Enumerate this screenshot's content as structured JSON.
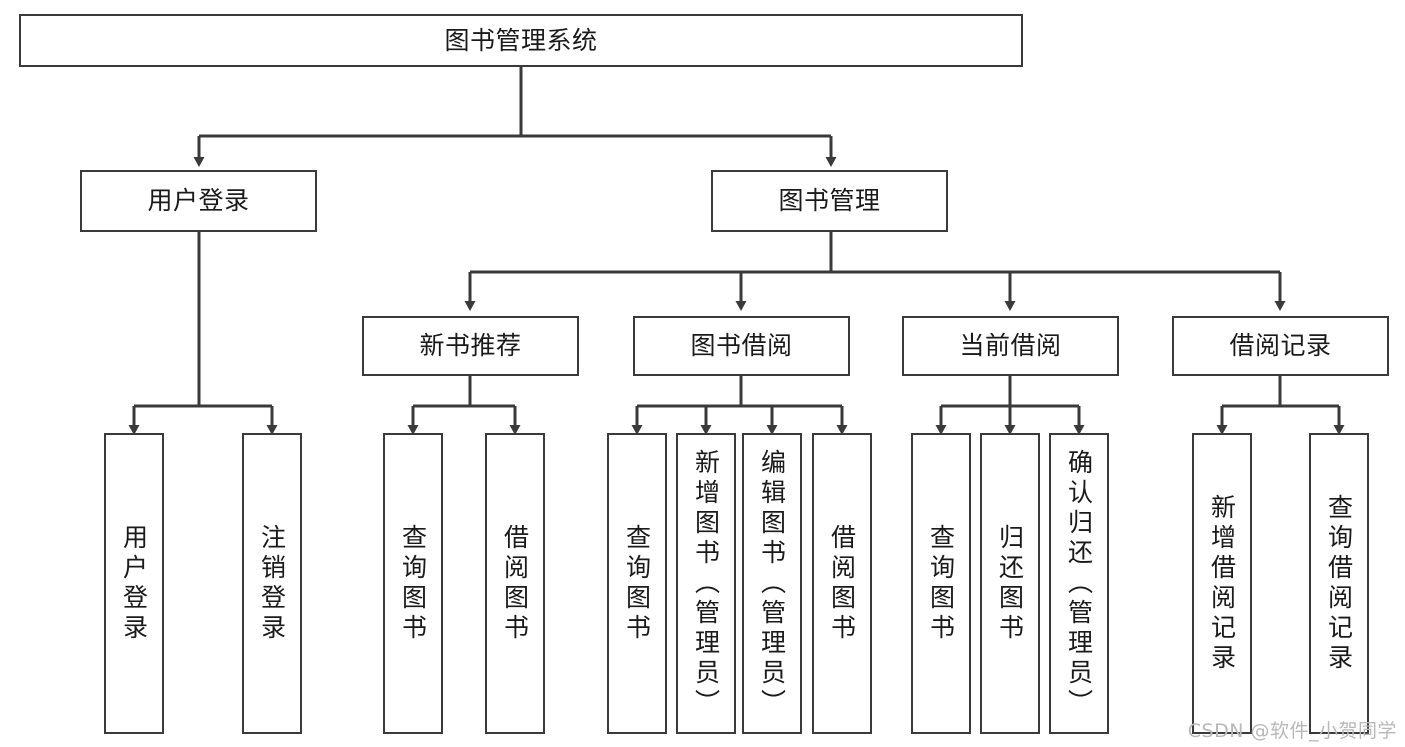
{
  "diagram": {
    "title": "图书管理系统",
    "type": "hierarchy-tree",
    "root": {
      "id": "root",
      "label": "图书管理系统"
    },
    "level2": [
      {
        "id": "user-login",
        "label": "用户登录"
      },
      {
        "id": "book-manage",
        "label": "图书管理"
      }
    ],
    "level3": [
      {
        "id": "new-book-rec",
        "label": "新书推荐"
      },
      {
        "id": "book-borrow",
        "label": "图书借阅"
      },
      {
        "id": "current-borrow",
        "label": "当前借阅"
      },
      {
        "id": "borrow-record",
        "label": "借阅记录"
      }
    ],
    "leaves": [
      {
        "id": "leaf-user-login",
        "label": "用户登录",
        "parent": "user-login"
      },
      {
        "id": "leaf-user-logout",
        "label": "注销登录",
        "parent": "user-login"
      },
      {
        "id": "leaf-query-book-1",
        "label": "查询图书",
        "parent": "new-book-rec"
      },
      {
        "id": "leaf-borrow-book-1",
        "label": "借阅图书",
        "parent": "new-book-rec"
      },
      {
        "id": "leaf-query-book-2",
        "label": "查询图书",
        "parent": "book-borrow"
      },
      {
        "id": "leaf-add-book",
        "label": "新增图书（管理员）",
        "parent": "book-borrow"
      },
      {
        "id": "leaf-edit-book",
        "label": "编辑图书（管理员）",
        "parent": "book-borrow"
      },
      {
        "id": "leaf-borrow-book-2",
        "label": "借阅图书",
        "parent": "book-borrow"
      },
      {
        "id": "leaf-query-book-3",
        "label": "查询图书",
        "parent": "current-borrow"
      },
      {
        "id": "leaf-return-book",
        "label": "归还图书",
        "parent": "current-borrow"
      },
      {
        "id": "leaf-confirm-return",
        "label": "确认归还（管理员）",
        "parent": "current-borrow"
      },
      {
        "id": "leaf-add-record",
        "label": "新增借阅记录",
        "parent": "borrow-record"
      },
      {
        "id": "leaf-query-record",
        "label": "查询借阅记录",
        "parent": "borrow-record"
      }
    ],
    "colors": {
      "stroke": "#3a3a3a",
      "text": "#1a1a1a",
      "background": "#ffffff",
      "watermark": "#b8b8b8"
    }
  },
  "watermark": {
    "text": "CSDN @软件_小贺同学"
  }
}
